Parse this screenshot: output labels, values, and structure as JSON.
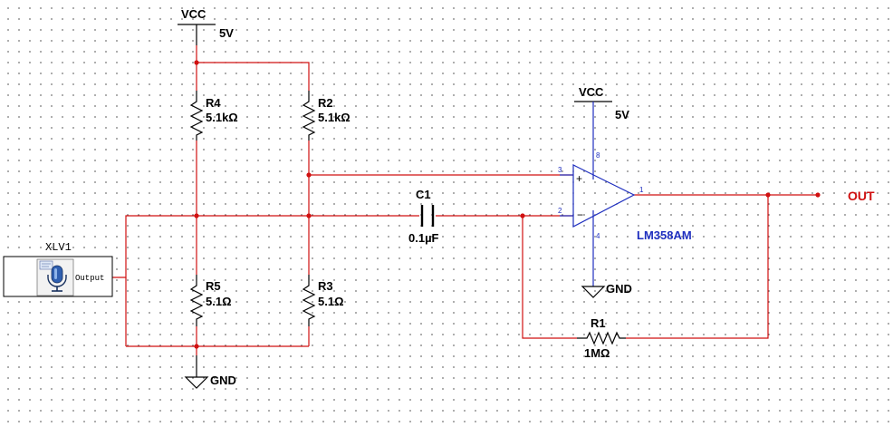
{
  "rails": {
    "vcc_main": {
      "name": "VCC",
      "value": "5V"
    },
    "vcc_opamp": {
      "name": "VCC",
      "value": "5V"
    },
    "gnd_bottom": "GND",
    "gnd_opamp": "GND"
  },
  "components": {
    "R4": {
      "ref": "R4",
      "value": "5.1kΩ"
    },
    "R2": {
      "ref": "R2",
      "value": "5.1kΩ"
    },
    "R5": {
      "ref": "R5",
      "value": "5.1Ω"
    },
    "R3": {
      "ref": "R3",
      "value": "5.1Ω"
    },
    "C1": {
      "ref": "C1",
      "value": "0.1µF"
    },
    "R1": {
      "ref": "R1",
      "value": "1MΩ"
    },
    "U1": {
      "part": "LM358AM",
      "pins": {
        "in_plus": "3",
        "in_minus": "2",
        "out": "1",
        "vcc": "8",
        "gnd": "4"
      }
    },
    "XLV1": {
      "ref": "XLV1",
      "port": "Output"
    }
  },
  "output_label": "OUT",
  "colors": {
    "wire": "#d01010",
    "component": "#000000",
    "opamp": "#1f2fbf",
    "grid_dot": "#444444"
  }
}
